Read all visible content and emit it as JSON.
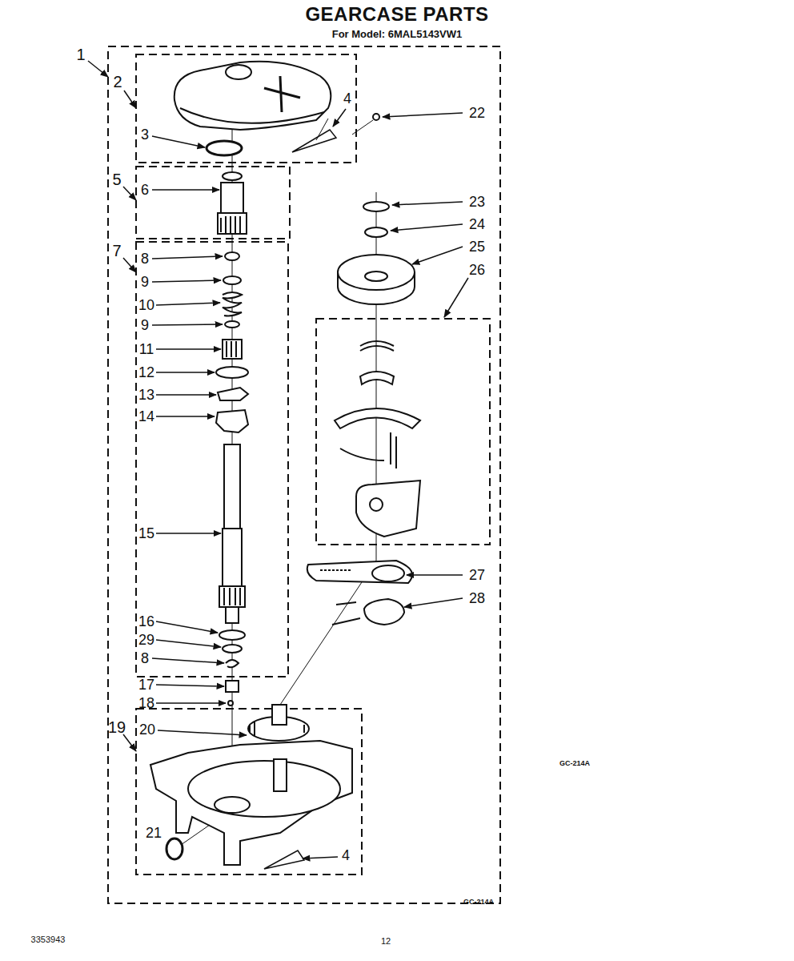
{
  "diagram": {
    "title": "GEARCASE PARTS",
    "labels": [
      "For Model: 6MAL5143VW1",
      "1",
      "2",
      "4",
      "22",
      "3",
      "5",
      "6",
      "23",
      "24",
      "25",
      "7",
      "8",
      "26",
      "9",
      "10",
      "9",
      "11",
      "12",
      "13",
      "14",
      "15",
      "27",
      "28",
      "16",
      "29",
      "8",
      "17",
      "18",
      "19",
      "20",
      "GC-214A",
      "21",
      "4",
      "GC-214A",
      "3353943",
      "12"
    ]
  }
}
